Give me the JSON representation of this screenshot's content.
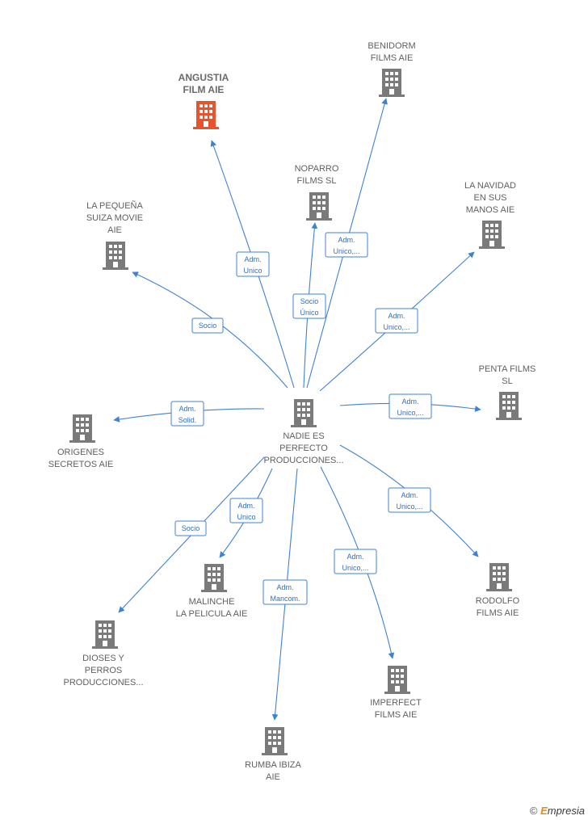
{
  "colors": {
    "edge": "#3f82d1",
    "building": "#7a7a7a",
    "focus": "#e8532b"
  },
  "center": {
    "lines": [
      "NADIE ES",
      "PERFECTO",
      "PRODUCCIONES..."
    ],
    "icon": "building-icon"
  },
  "nodes": [
    {
      "id": "angustia",
      "lines": [
        "ANGUSTIA",
        "FILM AIE"
      ],
      "focus": true,
      "icon": "building-icon"
    },
    {
      "id": "benidorm",
      "lines": [
        "BENIDORM",
        "FILMS AIE"
      ],
      "icon": "building-icon"
    },
    {
      "id": "noparro",
      "lines": [
        "NOPARRO",
        "FILMS  SL"
      ],
      "icon": "building-icon"
    },
    {
      "id": "la-navidad",
      "lines": [
        "LA NAVIDAD",
        "EN SUS",
        "MANOS AIE"
      ],
      "icon": "building-icon"
    },
    {
      "id": "la-pequena",
      "lines": [
        "LA PEQUEÑA",
        "SUIZA MOVIE",
        "AIE"
      ],
      "icon": "building-icon"
    },
    {
      "id": "penta",
      "lines": [
        "PENTA FILMS",
        "SL"
      ],
      "icon": "building-icon"
    },
    {
      "id": "origenes",
      "lines": [
        "ORIGENES",
        "SECRETOS  AIE"
      ],
      "icon": "building-icon"
    },
    {
      "id": "rodolfo",
      "lines": [
        "RODOLFO",
        "FILMS AIE"
      ],
      "icon": "building-icon"
    },
    {
      "id": "malinche",
      "lines": [
        "MALINCHE",
        "LA PELICULA AIE"
      ],
      "icon": "building-icon"
    },
    {
      "id": "dioses",
      "lines": [
        "DIOSES Y",
        "PERROS",
        "PRODUCCIONES..."
      ],
      "icon": "building-icon"
    },
    {
      "id": "imperfect",
      "lines": [
        "IMPERFECT",
        "FILMS AIE"
      ],
      "icon": "building-icon"
    },
    {
      "id": "rumba",
      "lines": [
        "RUMBA IBIZA",
        "AIE"
      ],
      "icon": "building-icon"
    }
  ],
  "edges": [
    {
      "to": "angustia",
      "label": [
        "Adm.",
        "Unico"
      ]
    },
    {
      "to": "benidorm",
      "label": [
        "Adm.",
        "Unico,..."
      ]
    },
    {
      "to": "noparro",
      "label": [
        "Socio",
        "Único"
      ]
    },
    {
      "to": "la-navidad",
      "label": [
        "Adm.",
        "Unico,..."
      ]
    },
    {
      "to": "la-pequena",
      "label": [
        "Socio"
      ]
    },
    {
      "to": "penta",
      "label": [
        "Adm.",
        "Unico,..."
      ]
    },
    {
      "to": "origenes",
      "label": [
        "Adm.",
        "Solid."
      ]
    },
    {
      "to": "rodolfo",
      "label": [
        "Adm.",
        "Unico,..."
      ]
    },
    {
      "to": "malinche",
      "label": [
        "Adm.",
        "Unico"
      ]
    },
    {
      "to": "dioses",
      "label": [
        "Socio"
      ]
    },
    {
      "to": "imperfect",
      "label": [
        "Adm.",
        "Unico,..."
      ]
    },
    {
      "to": "rumba",
      "label": [
        "Adm.",
        "Mancom."
      ]
    }
  ],
  "footer": {
    "copyright": "©",
    "brand_initial": "E",
    "brand_rest": "mpresia"
  }
}
